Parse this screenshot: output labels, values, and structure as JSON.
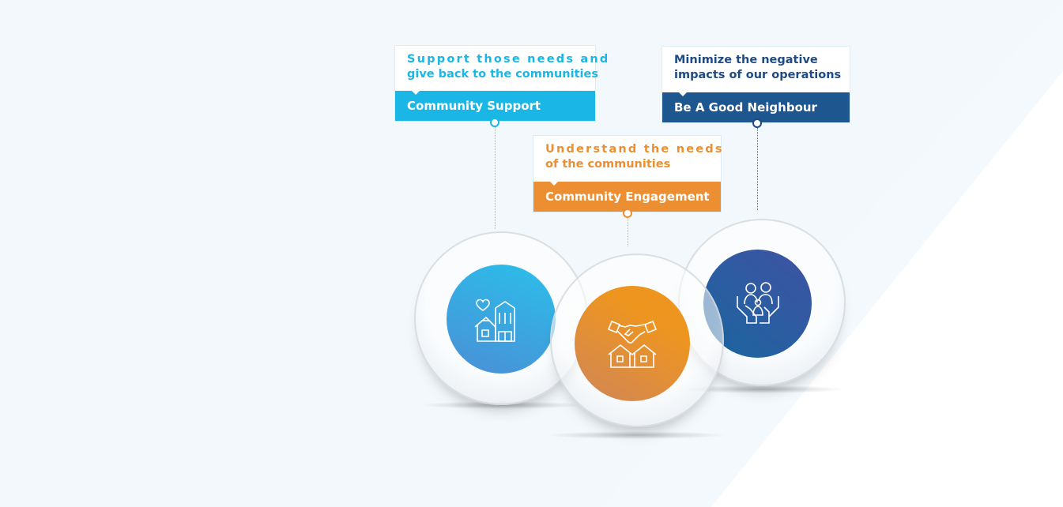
{
  "pillars": [
    {
      "id": "support",
      "lead_line1": "Support those needs and",
      "lead_line2": "give back to the communities",
      "title": "Community Support",
      "icon": "house-building-heart-icon",
      "color": "#1ab6e6"
    },
    {
      "id": "engagement",
      "lead_line1": "Understand the needs",
      "lead_line2": "of the communities",
      "title": "Community Engagement",
      "icon": "handshake-houses-icon",
      "color": "#ec8f32"
    },
    {
      "id": "neighbour",
      "lead_line1": "Minimize the negative",
      "lead_line2": "impacts of our operations",
      "title": "Be A Good Neighbour",
      "icon": "family-in-hands-icon",
      "color": "#1e568f"
    }
  ]
}
